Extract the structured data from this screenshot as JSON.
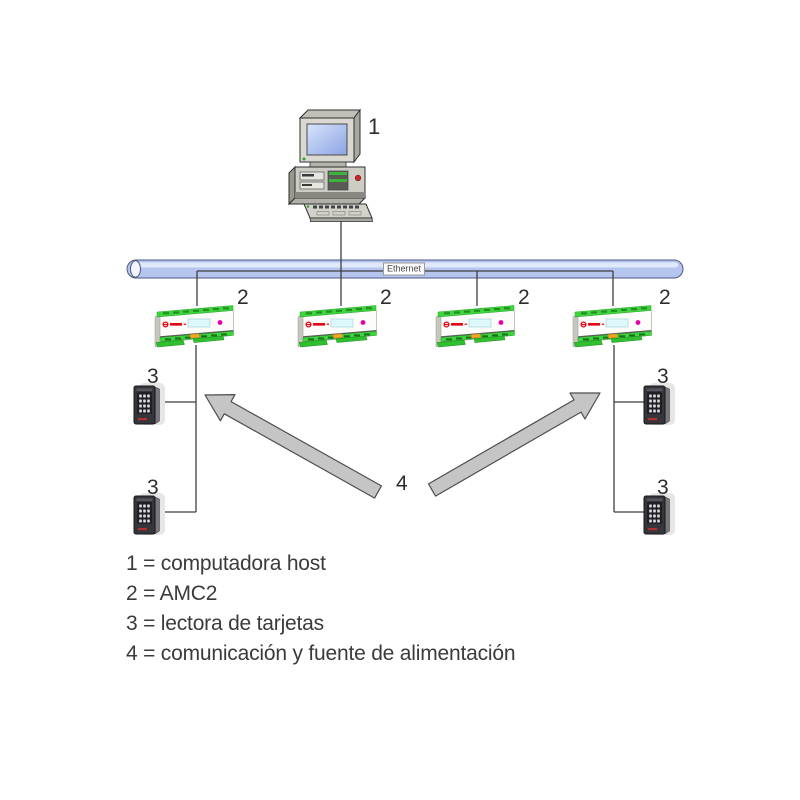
{
  "diagram": {
    "ethernet": {
      "label": "Ethernet"
    },
    "callouts": {
      "host": "1",
      "amc2": "2",
      "reader": "3",
      "comm": "4"
    },
    "legend": [
      "1 = computadora host",
      "2 = AMC2",
      "3 = lectora de tarjetas",
      "4 = comunicación y fuente de alimentación"
    ],
    "icons": {
      "host": "desktop-computer-icon",
      "amc2": "amc2-controller-icon",
      "reader": "card-reader-keypad-icon",
      "comm": "double-block-arrows-icon"
    },
    "colors": {
      "ethernet_fill": "#b6c5ef",
      "ethernet_border": "#4d5880",
      "arrow_fill": "#c5c5c5",
      "arrow_border": "#4e4e4e",
      "line": "#3f3f3f",
      "amc2_green": "#3ed43e",
      "bosch_red": "#e30613",
      "led_magenta": "#e800a8",
      "display_cyan": "#dcf8fa",
      "reader_body": "#35353b",
      "label_text": "#2d2d2d"
    }
  }
}
